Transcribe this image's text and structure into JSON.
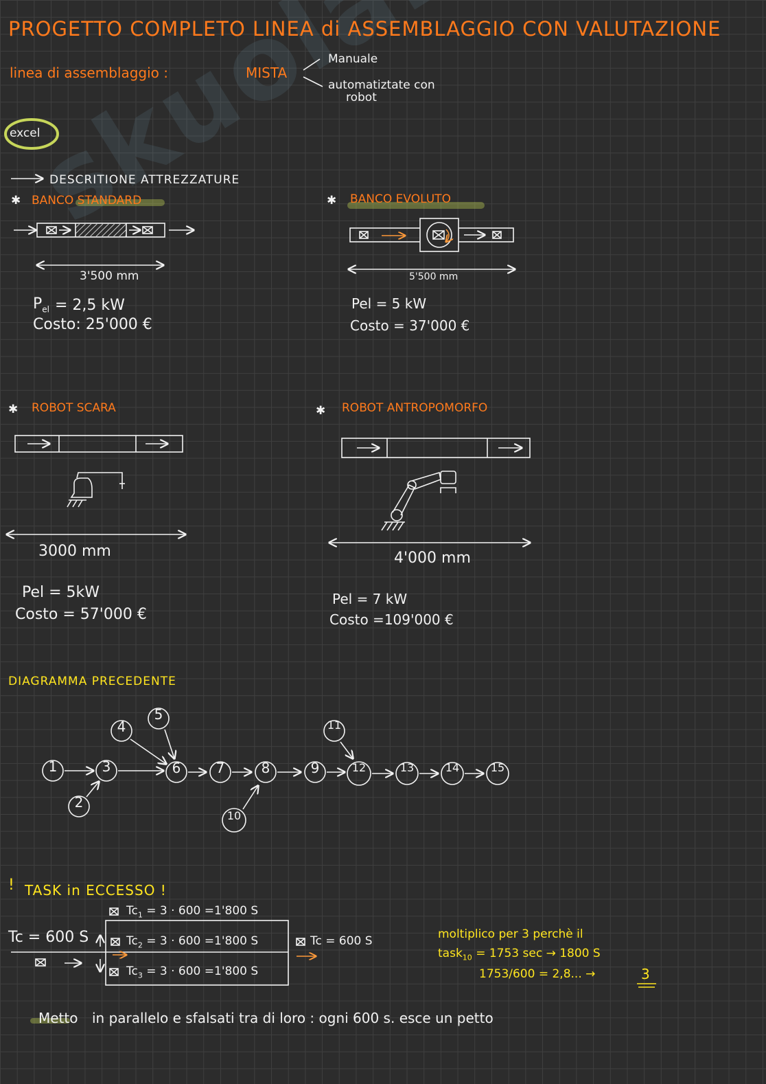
{
  "title": "PROGETTO   COMPLETO  LINEA  di  ASSEMBLAGGIO  CON  VALUTAZIONE",
  "line": {
    "label": "linea  di  assemblaggio :",
    "type": "MISTA",
    "branch_manual": "Manuale",
    "branch_auto_1": "automatiztate   con",
    "branch_auto_2": "robot"
  },
  "excel_badge": "excel",
  "descr_header": "DESCRITIONE   ATTREZZATURE",
  "equipment": {
    "banco_standard": {
      "name": "BANCO   STANDARD",
      "length": "3'500  mm",
      "power": "= 2,5 kW",
      "power_label": "P",
      "power_sub": "el",
      "cost": "Costo: 25'000 €"
    },
    "banco_evoluto": {
      "name": "BANCO  EVOLUTO",
      "length": "5'500  mm",
      "power": "Pel  =  5 kW",
      "cost": "Costo   = 37'000  €"
    },
    "robot_scara": {
      "name": "ROBOT   SCARA",
      "length": "3000       mm",
      "power": "Pel  = 5kW",
      "cost": "Costo  =  57'000 €"
    },
    "robot_antropomorfo": {
      "name": "ROBOT     ANTROPOMORFO",
      "length": "4'000  mm",
      "power": "Pel  = 7 kW",
      "cost": "Costo  =109'000  €"
    }
  },
  "diagram": {
    "title": "DIAGRAMMA    PRECEDENTE",
    "nodes": [
      "1",
      "2",
      "3",
      "4",
      "5",
      "6",
      "7",
      "8",
      "9",
      "10",
      "11",
      "12",
      "13",
      "14",
      "15"
    ]
  },
  "excess": {
    "title": "TASK   in  ECCESSO   !",
    "tc_main": "Tc = 600 S",
    "rows": [
      {
        "label": "Tc",
        "sub": "1",
        "expr": "= 3 · 600  =1'800 S"
      },
      {
        "label": "Tc",
        "sub": "2",
        "expr": "= 3 · 600  =1'800 S"
      },
      {
        "label": "Tc",
        "sub": "3",
        "expr": "= 3 · 600  =1'800 S"
      }
    ],
    "tc_out": "Tc =  600 S",
    "note_line1": "moltiplico per 3 perchè  il",
    "note_line2_prefix": "task",
    "note_line2_sub": "10",
    "note_line2_rest": " = 1753 sec   → 1800 S",
    "note_line3": "1753/600  = 2,8...  →",
    "note_result": "3"
  },
  "footer": {
    "word1": "Metto",
    "rest": "in  parallelo    e  sfalsati  tra  di  loro : ogni  600  s. esce  un   petto"
  },
  "watermark": "skuola.net"
}
